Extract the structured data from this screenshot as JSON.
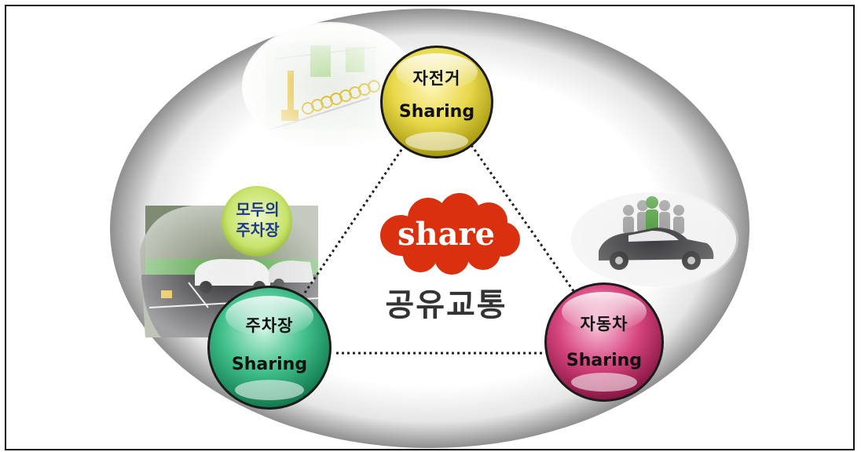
{
  "center": {
    "logo_word": "share",
    "title": "공유교통"
  },
  "nodes": {
    "bicycle": {
      "korean": "자전거",
      "english": "Sharing",
      "color": "#e8d84a"
    },
    "parking": {
      "korean": "주차장",
      "english": "Sharing",
      "color": "#3fbf8a"
    },
    "car": {
      "korean": "자동차",
      "english": "Sharing",
      "color": "#d6457e"
    }
  },
  "parking_tag": {
    "line1": "모두의",
    "line2": "주차장"
  },
  "colors": {
    "logo_red": "#d9300f",
    "frame": "#111111",
    "connector": "#222222",
    "ellipse_edge": "#9a9a9a"
  },
  "icons": [
    "bicycle-station-photo",
    "parking-lot-photo",
    "car-sharing-icon"
  ]
}
